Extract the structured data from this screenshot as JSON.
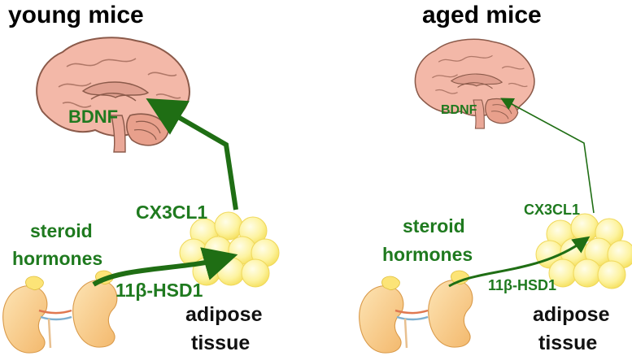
{
  "panels": [
    {
      "title": "young mice",
      "brain_label": "BDNF",
      "chemokine_label": "CX3CL1",
      "hormone_label_line1": "steroid",
      "hormone_label_line2": "hormones",
      "enzyme_label": "11β-HSD1",
      "tissue_label_line1": "adipose",
      "tissue_label_line2": "tissue"
    },
    {
      "title": "aged mice",
      "brain_label": "BDNF",
      "chemokine_label": "CX3CL1",
      "hormone_label_line1": "steroid",
      "hormone_label_line2": "hormones",
      "enzyme_label": "11β-HSD1",
      "tissue_label_line1": "adipose",
      "tissue_label_line2": "tissue"
    }
  ],
  "colors": {
    "arrow": "#1f6e14",
    "label_green": "#1f7a1f",
    "brain": "#f3b8a8",
    "brain_outline": "#8b5a4a",
    "fat": "#fdf3a0",
    "kidney": "#f8cd8a",
    "adrenal": "#fce477"
  },
  "icons": [
    "brain-icon",
    "adipose-tissue-icon",
    "kidney-icon",
    "adrenal-gland-icon"
  ]
}
